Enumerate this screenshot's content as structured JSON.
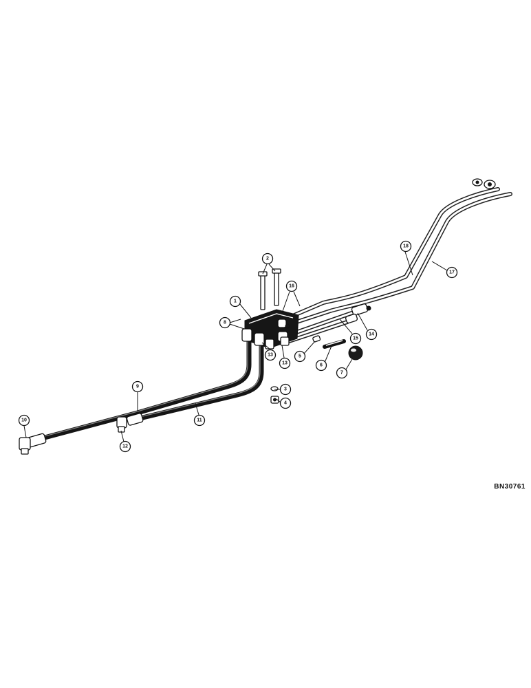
{
  "drawing": {
    "reference_code": "BN30761",
    "callouts": {
      "c1": "1",
      "c2": "2",
      "c3": "3",
      "c4": "4",
      "c5": "5",
      "c6": "6",
      "c7": "7",
      "c8": "8",
      "c9": "9",
      "c10": "10",
      "c11": "11",
      "c12": "12",
      "c13a": "13",
      "c13b": "13",
      "c14": "14",
      "c15": "15",
      "c16": "16",
      "c17": "17",
      "c18": "18"
    }
  }
}
